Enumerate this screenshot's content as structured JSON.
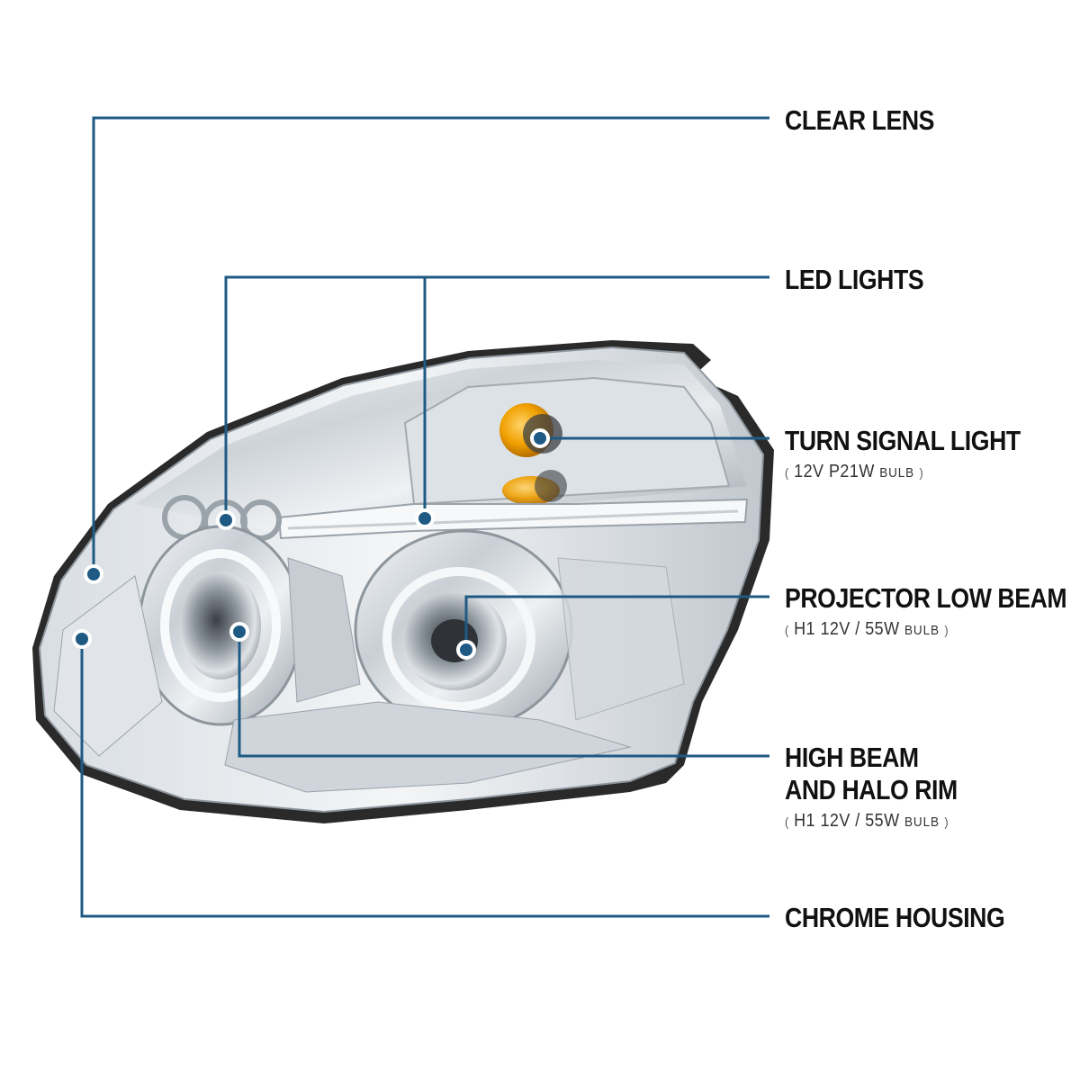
{
  "colors": {
    "leader": "#1f5a84",
    "dot": "#1f5a84",
    "chrome_dark": "#6d747c",
    "chrome_mid": "#b8bfc6",
    "chrome_light": "#e9edf0",
    "amber": "#f0a000",
    "housing_black": "#2a2a2a"
  },
  "callouts": {
    "clear_lens": {
      "title": "CLEAR LENS"
    },
    "led_lights": {
      "title": "LED LIGHTS"
    },
    "turn_signal": {
      "title": "TURN SIGNAL LIGHT",
      "spec_open": "(",
      "spec_main": "12V  P21W",
      "spec_unit": "BULB",
      "spec_close": ")"
    },
    "projector_low": {
      "title": "PROJECTOR LOW BEAM",
      "spec_open": "(",
      "spec_main": "H1  12V / 55W",
      "spec_unit": "BULB",
      "spec_close": ")"
    },
    "high_beam": {
      "title_line1": "HIGH BEAM",
      "title_line2": "AND HALO RIM",
      "spec_open": "(",
      "spec_main": "H1  12V / 55W",
      "spec_unit": "BULB",
      "spec_close": ")"
    },
    "chrome_housing": {
      "title": "CHROME HOUSING"
    }
  }
}
